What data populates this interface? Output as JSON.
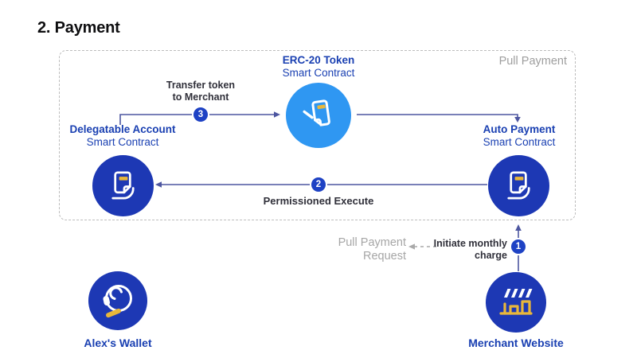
{
  "title": "2. Payment",
  "box": {
    "label": "Pull Payment"
  },
  "nodes": {
    "erc20": {
      "title": "ERC-20 Token",
      "subtitle": "Smart Contract"
    },
    "delegatable": {
      "title": "Delegatable Account",
      "subtitle": "Smart Contract"
    },
    "auto_payment": {
      "title": "Auto Payment",
      "subtitle": "Smart Contract"
    },
    "alex_wallet": {
      "label": "Alex's Wallet"
    },
    "merchant_website": {
      "label": "Merchant Website"
    }
  },
  "steps": {
    "step1": {
      "badge": "1",
      "line1": "Initiate monthly",
      "line2": "charge"
    },
    "step2": {
      "badge": "2",
      "label": "Permissioned Execute"
    },
    "step3": {
      "badge": "3",
      "line1": "Transfer token",
      "line2": "to Merchant"
    }
  },
  "pull_request": {
    "line1": "Pull Payment",
    "line2": "Request"
  },
  "icons": {
    "erc20": "token-contract-icon",
    "delegatable": "contract-document-icon",
    "auto_payment": "contract-document-icon",
    "alex_wallet": "person-headset-icon",
    "merchant_website": "storefront-icon"
  },
  "colors": {
    "circle_dark_blue": "#1d38b4",
    "circle_light_blue": "#2f97f2",
    "badge_blue": "#1e42c4",
    "accent_gold": "#e9b73a",
    "label_blue": "#1a40b2",
    "arrow_blue": "#4d56a0",
    "muted_gray": "#a6a6a6"
  }
}
